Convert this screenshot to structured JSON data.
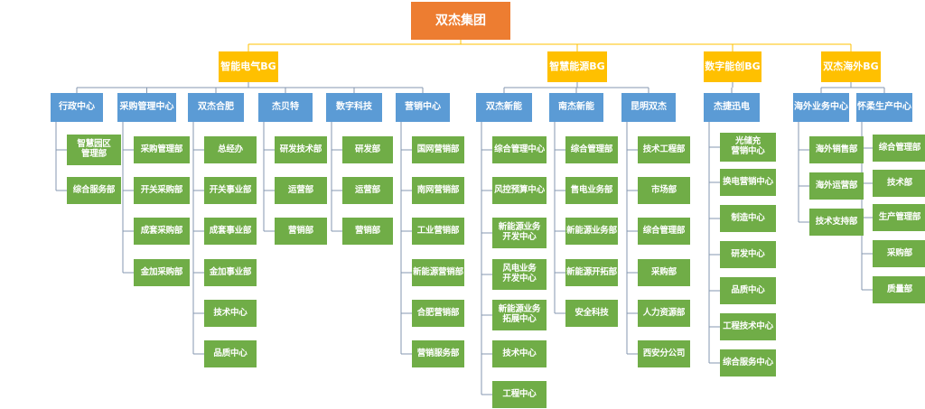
{
  "root": {
    "label": "双杰集团"
  },
  "groups": [
    {
      "label": "智能电气BG",
      "units": [
        {
          "label": "行政中心",
          "depts": [
            "智慧园区\n管理部",
            "综合服务部"
          ]
        },
        {
          "label": "采购管理中心",
          "depts": [
            "采购管理部",
            "开关采购部",
            "成套采购部",
            "金加采购部"
          ]
        },
        {
          "label": "双杰合肥",
          "depts": [
            "总经办",
            "开关事业部",
            "成套事业部",
            "金加事业部",
            "技术中心",
            "品质中心"
          ]
        },
        {
          "label": "杰贝特",
          "depts": [
            "研发技术部",
            "运营部",
            "营销部"
          ]
        },
        {
          "label": "数字科技",
          "depts": [
            "研发部",
            "运营部",
            "营销部"
          ]
        },
        {
          "label": "营销中心",
          "depts": [
            "国网营销部",
            "南网营销部",
            "工业营销部",
            "新能源营销部",
            "合肥营销部",
            "营销服务部"
          ]
        }
      ]
    },
    {
      "label": "智慧能源BG",
      "units": [
        {
          "label": "双杰新能",
          "depts": [
            "综合管理中心",
            "风控预算中心",
            "新能源业务\n开发中心",
            "风电业务\n开发中心",
            "新能源业务\n拓展中心",
            "技术中心",
            "工程中心"
          ]
        },
        {
          "label": "南杰新能",
          "depts": [
            "综合管理部",
            "售电业务部",
            "新能源业务部",
            "新能源开拓部",
            "安全科技"
          ]
        },
        {
          "label": "昆明双杰",
          "depts": [
            "技术工程部",
            "市场部",
            "综合管理部",
            "采购部",
            "人力资源部",
            "西安分公司"
          ]
        }
      ]
    },
    {
      "label": "数字能创BG",
      "units": [
        {
          "label": "杰捷迅电",
          "depts": [
            "光储充\n营销中心",
            "换电营销中心",
            "制造中心",
            "研发中心",
            "品质中心",
            "工程技术中心",
            "综合服务中心"
          ]
        }
      ]
    },
    {
      "label": "双杰海外BG",
      "units": [
        {
          "label": "海外业务中心",
          "depts": [
            "海外销售部",
            "海外运营部",
            "技术支持部"
          ]
        },
        {
          "label": "怀柔生产中心",
          "depts": [
            "综合管理部",
            "技术部",
            "生产管理部",
            "采购部",
            "质量部"
          ]
        }
      ]
    }
  ],
  "colors": {
    "root": "#ED7D31",
    "group": "#FFC000",
    "unit": "#5B9BD5",
    "dept": "#70AD47",
    "connector": "#8497B0"
  }
}
